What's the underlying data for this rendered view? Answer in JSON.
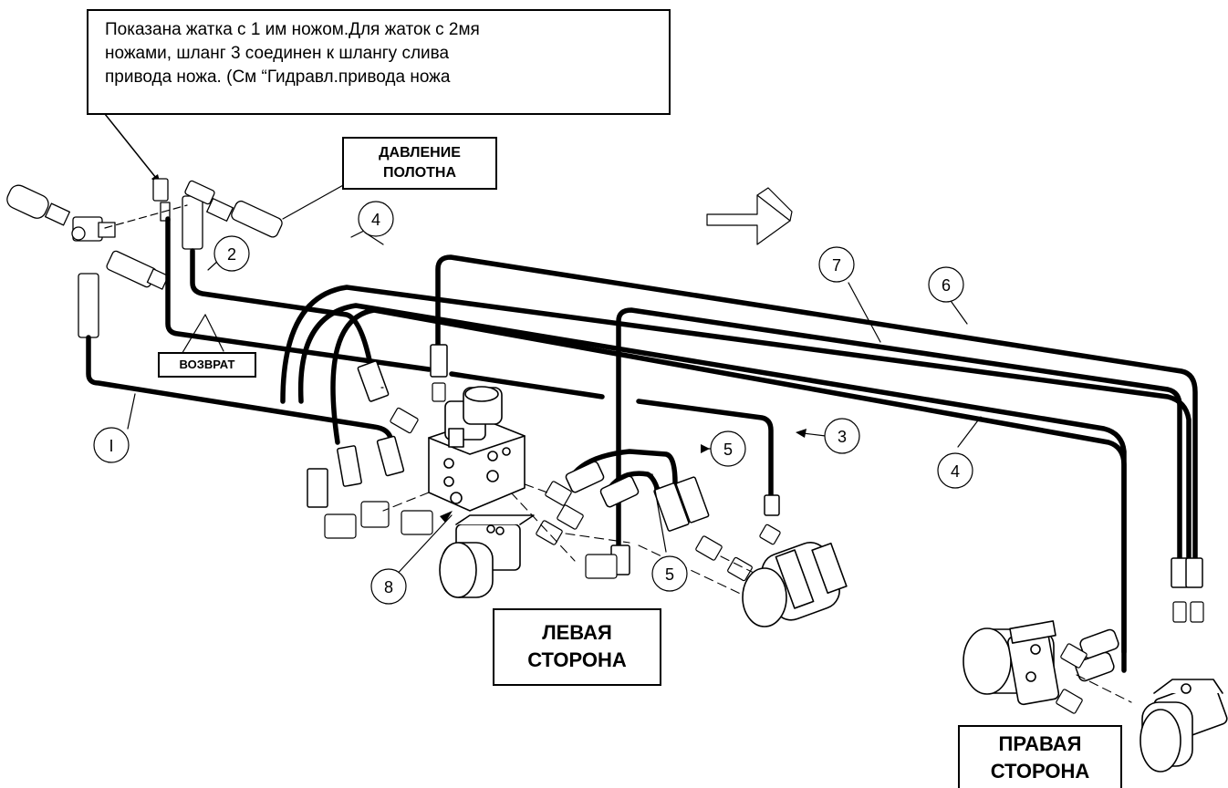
{
  "note": {
    "lines": [
      "Показана жатка с 1 им ножом.Для жаток с 2мя",
      "ножами, шланг 3 соединен к шлангу слива",
      "привода ножа. (См “Гидравл.привода ножа"
    ]
  },
  "labels": {
    "pressure": [
      "ДАВЛЕНИЕ",
      "ПОЛОТНА"
    ],
    "return": "ВОЗВРАТ",
    "left_side": [
      "ЛЕВАЯ",
      "СТОРОНА"
    ],
    "right_side": [
      "ПРАВАЯ",
      "СТОРОНА"
    ]
  },
  "callouts": [
    "I",
    "2",
    "3",
    "4",
    "4",
    "5",
    "5",
    "6",
    "7",
    "8"
  ]
}
